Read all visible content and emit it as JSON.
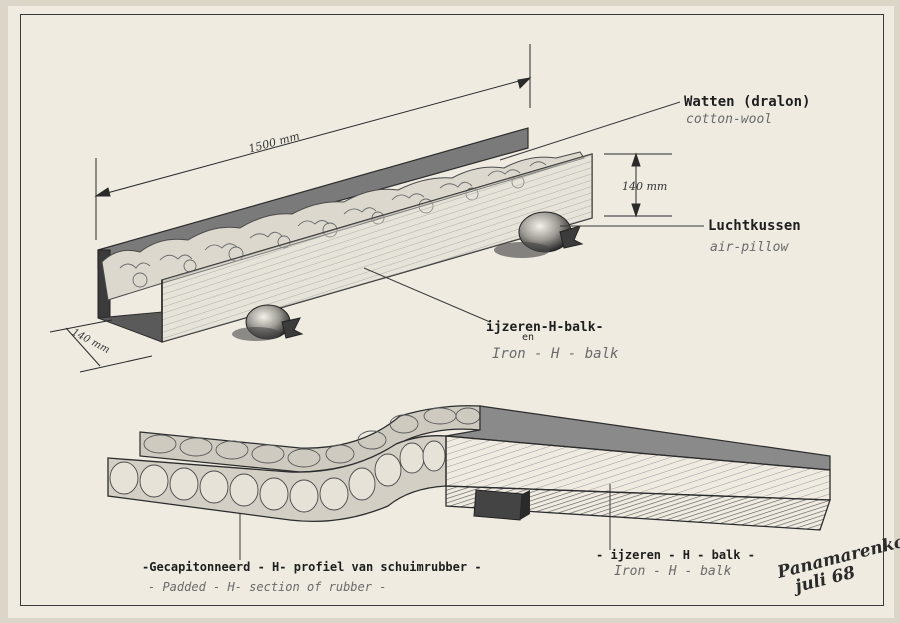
{
  "dimensions": {
    "length": "1500 mm",
    "height": "140 mm",
    "width": "140 mm"
  },
  "labels": {
    "cotton_nl": "Watten (dralon)",
    "cotton_en": "cotton-wool",
    "pillow_nl": "Luchtkussen",
    "pillow_en": "air-pillow",
    "beam_nl": "ijzeren-H-balk-",
    "beam_nl_note": "en",
    "beam_en": "Iron - H - balk",
    "padded_nl": "-Gecapitonneerd - H- profiel van schuimrubber -",
    "padded_en": "- Padded - H- section of rubber -",
    "beam2_nl": "- ijzeren - H - balk -",
    "beam2_en": "Iron - H - balk"
  },
  "signature": {
    "name": "Panamarenko",
    "date": "juli 68"
  }
}
